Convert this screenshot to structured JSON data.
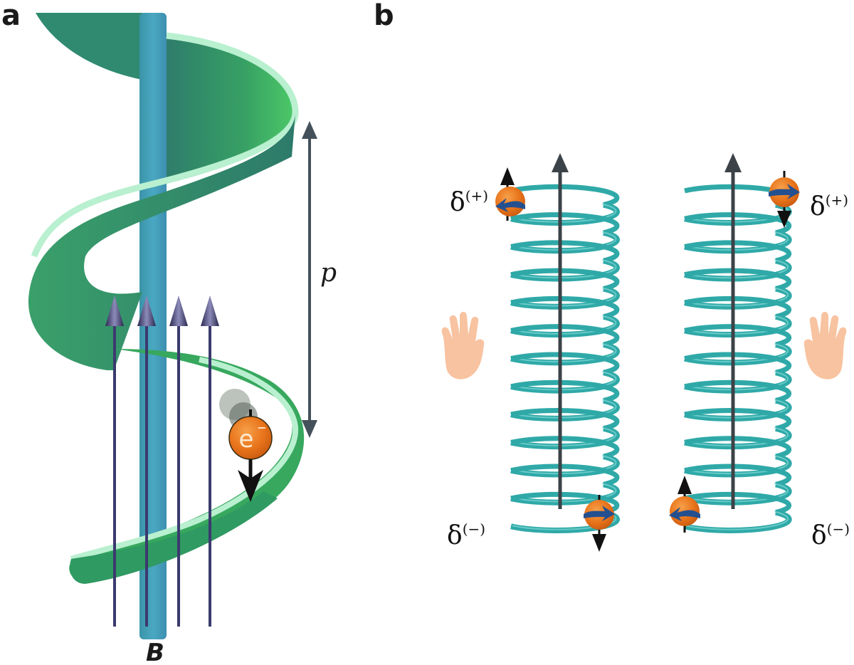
{
  "figure": {
    "panels": [
      {
        "id": "a",
        "label": "a",
        "pitch_label": "p",
        "field_label": "B",
        "electron_label": "e",
        "electron_charge": "−",
        "field_line_count": 4
      },
      {
        "id": "b",
        "label": "b",
        "helices": [
          {
            "handedness": "left",
            "top_label_base": "δ",
            "top_label_sup": "(+)",
            "bottom_label_base": "δ",
            "bottom_label_sup": "(−)",
            "coil_turns": 12
          },
          {
            "handedness": "right",
            "top_label_base": "δ",
            "top_label_sup": "(+)",
            "bottom_label_base": "δ",
            "bottom_label_sup": "(−)",
            "coil_turns": 12
          }
        ]
      }
    ],
    "colors": {
      "helix_dark": "#2e7d6b",
      "helix_mid": "#3aa565",
      "helix_light": "#4dc968",
      "helix_edge": "#b9f0d0",
      "axis_rod": "#3fa0b8",
      "field_line": "#3b3a6e",
      "pitch_arrow": "#44515a",
      "electron": "#e8731a",
      "spin_arrow": "#111111",
      "coil": "#2fa9a8",
      "coil_highlight": "#7fd8d4",
      "rotation_arrow": "#24508f",
      "hand": "#f8c3a0",
      "axis_arrow": "#3c4348"
    }
  }
}
